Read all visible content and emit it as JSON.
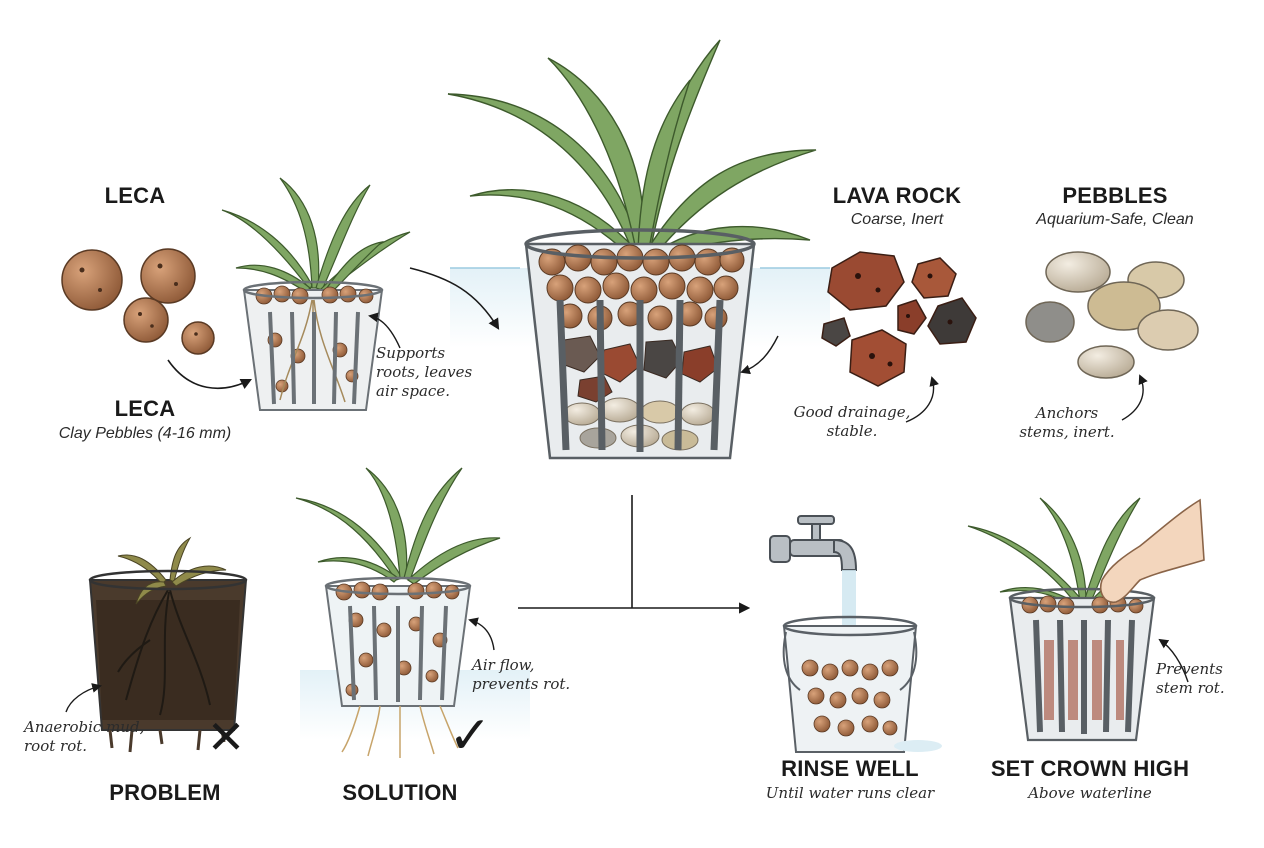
{
  "materials": {
    "leca_top": {
      "title": "LECA"
    },
    "leca": {
      "title": "LECA",
      "subtitle": "Clay Pebbles (4-16 mm)"
    },
    "lava_rock": {
      "title": "LAVA ROCK",
      "subtitle": "Coarse, Inert",
      "note": "Good drainage, stable."
    },
    "pebbles": {
      "title": "PEBBLES",
      "subtitle": "Aquarium-Safe, Clean",
      "note": "Anchors stems, inert."
    }
  },
  "notes": {
    "leca_pot": "Supports roots, leaves air space.",
    "problem": "Anaerobic mud, root rot.",
    "solution": "Air flow, prevents rot.",
    "crown": "Prevents stem rot."
  },
  "outcomes": {
    "problem": {
      "title": "PROBLEM",
      "mark": "✕"
    },
    "solution": {
      "title": "SOLUTION",
      "mark": "✓"
    }
  },
  "steps": {
    "rinse": {
      "title": "RINSE WELL",
      "subtitle": "Until water runs clear"
    },
    "crown": {
      "title": "SET CROWN HIGH",
      "subtitle": "Above waterline"
    }
  },
  "colors": {
    "ink": "#1a1a1a",
    "clay": "#b07a52",
    "lava": "#9a4a32",
    "leaf": "#6f9a55",
    "water": "#d6eaf2",
    "pot": "#8e9499"
  }
}
